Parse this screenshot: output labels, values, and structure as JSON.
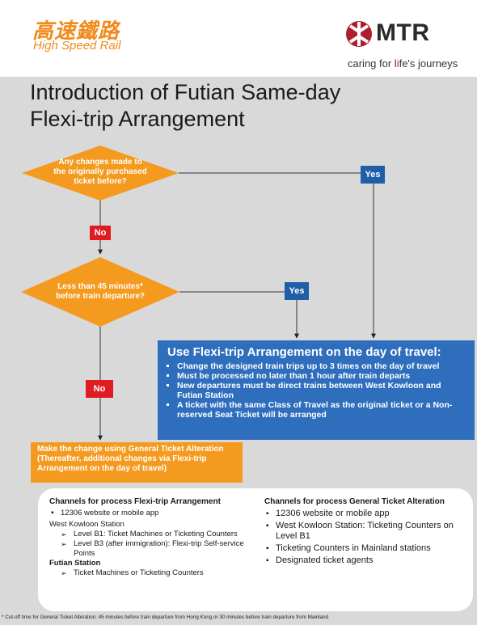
{
  "header": {
    "hsr_chinese": "高速鐵路",
    "hsr_english": "High Speed Rail",
    "mtr_logo_text": "MTR",
    "tagline_a": "caring for l",
    "tagline_b": "i",
    "tagline_c": "fe's journeys"
  },
  "title": {
    "line1": "Introduction of Futian Same-day",
    "line2": "Flexi-trip Arrangement"
  },
  "flow": {
    "decision1": "Any changes made to the originally purchased ticket before?",
    "decision2": "Less than 45 minutes* before train departure?",
    "yes1": "Yes",
    "no1": "No",
    "yes2": "Yes",
    "no2": "No",
    "flexi_title": "Use Flexi-trip Arrangement on the day of travel:",
    "flexi_points": [
      "Change the designed train trips up to 3 times on the day of travel",
      "Must be processed no later than 1 hour after train departs",
      "New departures must be direct trains between West Kowloon and Futian Station",
      "A ticket with the same Class of Travel as the original ticket or a Non-reserved Seat Ticket will be arranged"
    ],
    "general_alteration": "Make the change using General Ticket Alteration (Thereafter, additional changes via Flexi-trip Arrangement on the day of travel)"
  },
  "channels": {
    "left_heading": "Channels for process Flexi-trip Arrangement",
    "left_item1": "12306 website or mobile app",
    "left_sub1": "West Kowloon Station",
    "left_arrow1": "Level B1: Ticket Machines or Ticketing Counters",
    "left_arrow2": "Level B3 (after immigration): Flexi-trip Self-service Points",
    "left_sub2": "Futian Station",
    "left_arrow3": "Ticket Machines or Ticketing Counters",
    "right_heading": "Channels for process General Ticket Alteration",
    "right_items": [
      "12306 website or mobile app",
      "West Kowloon Station: Ticketing Counters on Level B1",
      "Ticketing Counters in Mainland stations",
      "Designated ticket agents"
    ]
  },
  "footnote": "* Cut-off time for General Ticket Alteration: 45 minutes before train departure from Hong Kong or 30 minutes before train departure from Mainland",
  "colors": {
    "orange": "#f49a1e",
    "red": "#e11b22",
    "blue": "#2e6ebd",
    "dark_blue": "#1f5fa8",
    "background": "#d9d9d9"
  }
}
